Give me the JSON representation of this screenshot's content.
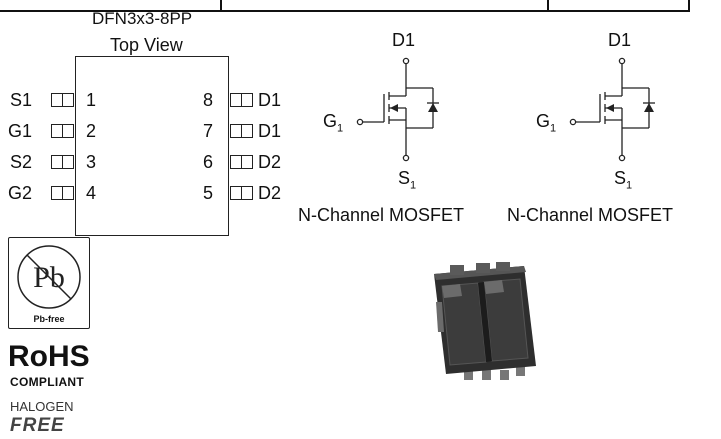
{
  "package": {
    "name": "DFN3x3-8PP",
    "view": "Top View"
  },
  "pins_left": [
    {
      "name": "S1",
      "num": "1"
    },
    {
      "name": "G1",
      "num": "2"
    },
    {
      "name": "S2",
      "num": "3"
    },
    {
      "name": "G2",
      "num": "4"
    }
  ],
  "pins_right": [
    {
      "num": "8",
      "name": "D1"
    },
    {
      "num": "7",
      "name": "D1"
    },
    {
      "num": "6",
      "name": "D2"
    },
    {
      "num": "5",
      "name": "D2"
    }
  ],
  "schematics": [
    {
      "drain": "D1",
      "gate": "G",
      "gate_sub": "1",
      "source": "S",
      "source_sub": "1",
      "caption": "N-Channel MOSFET"
    },
    {
      "drain": "D1",
      "gate": "G",
      "gate_sub": "1",
      "source": "S",
      "source_sub": "1",
      "caption": "N-Channel MOSFET"
    }
  ],
  "badges": {
    "pb_symbol": "Pb",
    "pb_label": "Pb-free",
    "rohs": "RoHS",
    "compliant": "COMPLIANT",
    "halogen": "HALOGEN",
    "free": "FREE"
  },
  "colors": {
    "line": "#222222",
    "package_body": "#3a3a3a",
    "package_highlight": "#6b6b6b"
  }
}
